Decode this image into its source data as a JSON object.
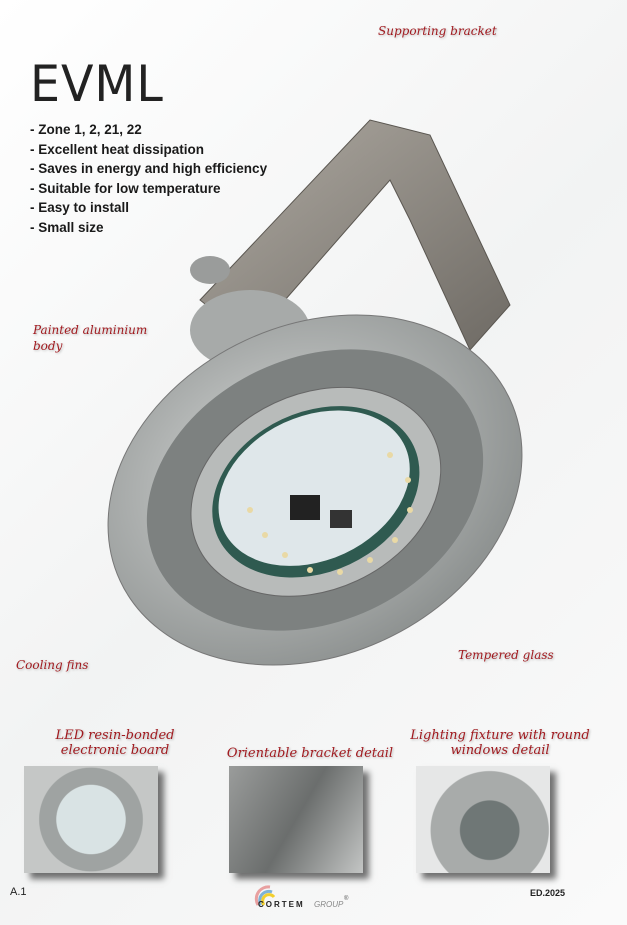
{
  "title": "EVML",
  "features": [
    "- Zone 1, 2, 21, 22",
    "- Excellent heat dissipation",
    "- Saves in energy and high efficiency",
    "- Suitable for low temperature",
    "- Easy to install",
    "- Small size"
  ],
  "callouts": {
    "supporting_bracket": "Supporting bracket",
    "painted_body": "Painted aluminium body",
    "cooling_fins": "Cooling fins",
    "tempered_glass": "Tempered glass"
  },
  "details": [
    {
      "caption": "LED resin-bonded electronic board"
    },
    {
      "caption": "Orientable bracket detail"
    },
    {
      "caption": "Lighting fixture with round windows detail"
    }
  ],
  "footer": {
    "page": "A.1",
    "edition": "ED.2025",
    "brand_main": "CORTEM",
    "brand_sub": "GROUP",
    "registered": "®"
  },
  "colors": {
    "accent": "#a11a1f",
    "body": "#b9bcbb",
    "bracket": "#8f8a82"
  }
}
